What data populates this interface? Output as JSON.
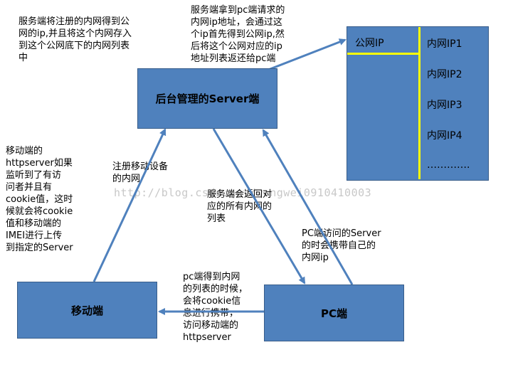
{
  "boxes": {
    "server": "后台管理的Server端",
    "mobile": "移动端",
    "pc": "PC端"
  },
  "table": {
    "header_left": "公网IP",
    "rows": [
      "内网IP1",
      "内网IP2",
      "内网IP3",
      "内网IP4",
      "…………."
    ]
  },
  "notes": {
    "top_left": "服务端将注册的内网得到公\n网的ip,并且将这个内网存入\n到这个公网底下的内网列表\n中",
    "top_middle": "服务端拿到pc端请求的\n内网ip地址，会通过这\n个ip首先得到公网ip,然\n后将这个公网对应的ip\n地址列表返还给pc端",
    "left": "移动端的\nhttpserver如果\n监听到了有访\n问者并且有\ncookie值，这时\n候就会将cookie\n值和移动端的\nIMEI进行上传\n到指定的Server",
    "register": "注册移动设备\n的内网",
    "return_list": "服务端会返回对\n应的所有内网的\n列表",
    "pc_access": "PC端访问的Server\n的时会携带自己的\n内网ip",
    "bottom": "pc端得到内网\n的列表的时候，\n会将cookie信\n息进行携带，\n访问移动端的\nhttpserver"
  },
  "watermark": "http://blog.csdn.net/wangwei0910410003",
  "colors": {
    "box_fill": "#4f81bd",
    "box_border": "#385d8a",
    "divider": "#ffff00"
  }
}
